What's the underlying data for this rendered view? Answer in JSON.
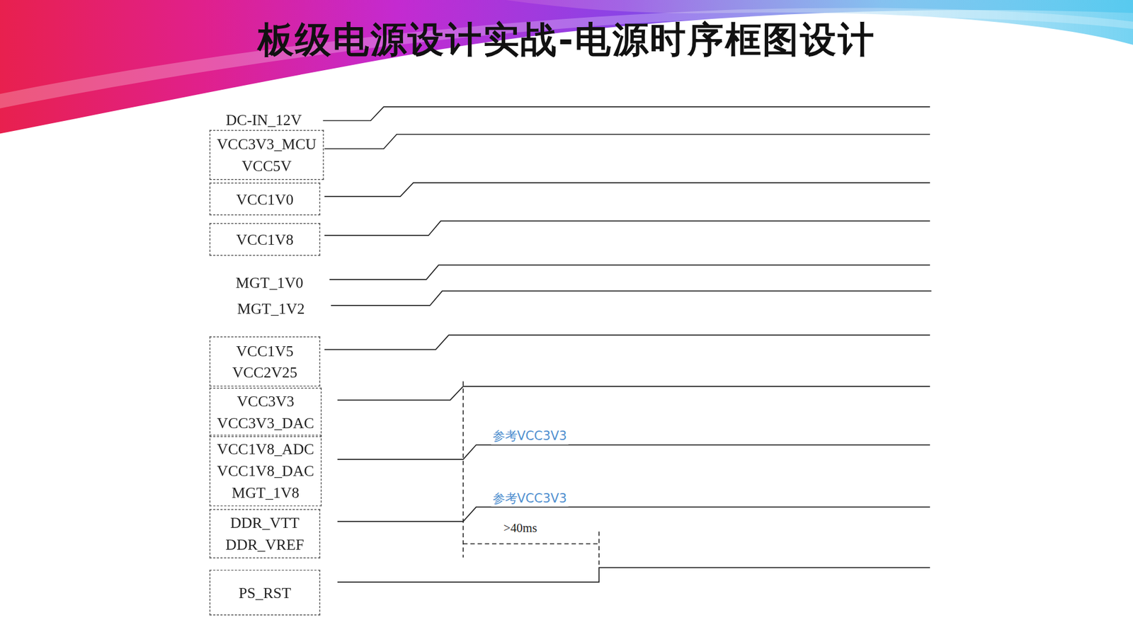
{
  "diagram": {
    "title": "板级电源设计实战-电源时序框图设计",
    "nodes": [
      {
        "text": [
          "VCC3V3_MCU",
          "VCC5V"
        ]
      },
      {
        "text": [
          "VCC1V0"
        ]
      },
      {
        "text": [
          "VCC1V8"
        ]
      },
      {
        "text": [
          "VCC1V5",
          "VCC2V25"
        ]
      },
      {
        "text": [
          "VCC3V3",
          "VCC3V3_DAC"
        ]
      },
      {
        "text": [
          "VCC1V8_ADC",
          "VCC1V8_DAC",
          "MGT_1V8"
        ]
      },
      {
        "text": [
          "DDR_VTT",
          "DDR_VREF"
        ]
      },
      {
        "text": [
          "PS_RST"
        ]
      }
    ],
    "labels": [
      "DC-IN_12V",
      "MGT_1V0",
      "MGT_1V2",
      "参考VCC3V3",
      "参考VCC3V3",
      ">40ms"
    ]
  }
}
